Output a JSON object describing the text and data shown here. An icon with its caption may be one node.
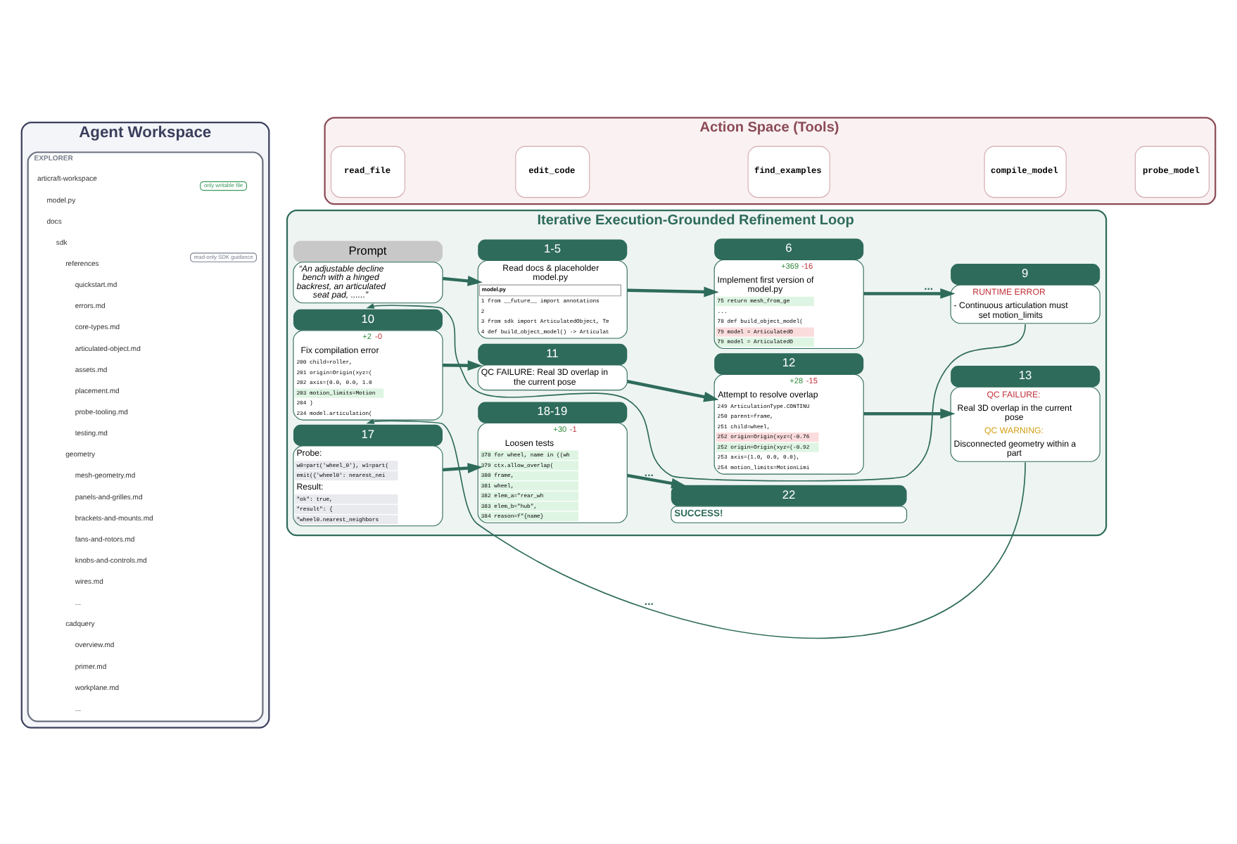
{
  "diagram": {
    "nodes": [
      {
        "text": [
          "Agent Workspace"
        ]
      },
      {
        "text": [
          "EXPLORER"
        ],
        "in": 0
      },
      {
        "text": [
          "only writable file"
        ],
        "in": 1
      },
      {
        "text": [
          "read-only SDK guidance"
        ],
        "in": 1
      },
      {
        "text": [
          "Action Space (Tools)"
        ]
      },
      {
        "text": [
          "read_file"
        ],
        "in": 4
      },
      {
        "text": [
          "edit_code"
        ],
        "in": 4
      },
      {
        "text": [
          "find_examples"
        ],
        "in": 4
      },
      {
        "text": [
          "compile_model"
        ],
        "in": 4
      },
      {
        "text": [
          "probe_model"
        ],
        "in": 4
      },
      {
        "text": [
          "Iterative Execution-Grounded Refinement Loop"
        ]
      },
      {
        "text": [
          "Prompt",
          "“An adjustable decline bench with a hinged backrest, an articulated seat pad, ......”"
        ],
        "in": 10
      },
      {
        "text": [
          "1-5",
          "Read docs & placeholder model.py",
          "model.py",
          "1 from __future__ import annotations",
          "2",
          "3 from sdk import ArticulatedObject, Te",
          "4 def build_object_model() -> Articulat"
        ],
        "in": 10
      },
      {
        "text": [
          "6",
          "+369",
          "-16",
          "Implement first version of model.py",
          "75 return mesh_from_ge",
          "...",
          "78 def build_object_model(",
          "79 model = ArticulatedO",
          "79 model = ArticulatedO"
        ],
        "in": 10
      },
      {
        "text": [
          "9",
          "RUNTIME ERROR",
          "- Continuous articulation must set motion_limits"
        ],
        "in": 10
      },
      {
        "text": [
          "10",
          "+2",
          "-0",
          "Fix compilation error",
          "200 child=roller,",
          "201 origin=Origin(xyz=(",
          "202 axis=(0.0, 0.0, 1.0",
          "203 motion_limits=Motion",
          "204 )",
          "234 model.articulation("
        ],
        "in": 10
      },
      {
        "text": [
          "11",
          "QC FAILURE: Real 3D overlap in the current pose"
        ],
        "in": 10
      },
      {
        "text": [
          "12",
          "+28",
          "-15",
          "Attempt to resolve overlap",
          "249 ArticulationType.CONTINU",
          "250 parent=frame,",
          "251 child=wheel,",
          "252 origin=Origin(xyz=(-0.76",
          "252 origin=Origin(xyz=(-0.92",
          "253 axis=(1.0, 0.0, 0.0),",
          "254 motion_limits=MotionLimi"
        ],
        "in": 10
      },
      {
        "text": [
          "13",
          "QC FAILURE:",
          "Real 3D overlap in the current pose",
          "QC WARNING:",
          "Disconnected geometry within a part"
        ],
        "in": 10
      },
      {
        "text": [
          "17",
          "Probe:",
          "w0=part('wheel_0'), w1=part(",
          "emit({'wheel0': nearest_nei",
          "Result:",
          "\"ok\": true,",
          "\"result\": {",
          "\"wheel0.nearest_neighbors"
        ],
        "in": 10
      },
      {
        "text": [
          "18-19",
          "+30",
          "-1",
          "Loosen tests",
          "378 for wheel, name in ((wh",
          "379 ctx.allow_overlap(",
          "380 frame,",
          "381 wheel,",
          "382 elem_a=\"rear_wh",
          "383 elem_b=\"hub\",",
          "384 reason=f\"{name}"
        ],
        "in": 10
      },
      {
        "text": [
          "22",
          "SUCCESS!"
        ],
        "in": 10
      }
    ],
    "edges": [
      {
        "from": 11,
        "to": 12,
        "arrow": "to"
      },
      {
        "from": 12,
        "to": 13,
        "arrow": "to"
      },
      {
        "from": 13,
        "to": 14,
        "arrow": "to",
        "label": "..."
      },
      {
        "from": 14,
        "to": 15,
        "arrow": "to"
      },
      {
        "from": 15,
        "to": 16,
        "arrow": "to"
      },
      {
        "from": 16,
        "to": 17,
        "arrow": "to"
      },
      {
        "from": 17,
        "to": 18,
        "arrow": "to"
      },
      {
        "from": 18,
        "to": 19,
        "arrow": "to",
        "label": "..."
      },
      {
        "from": 19,
        "to": 20,
        "arrow": "to"
      },
      {
        "from": 20,
        "to": 21,
        "arrow": "to",
        "label": "..."
      }
    ],
    "labels": [
      "articraft-workspace",
      "model.py",
      "docs",
      "sdk",
      "references",
      "quickstart.md",
      "errors.md",
      "core-types.md",
      "articulated-object.md",
      "assets.md",
      "placement.md",
      "probe-tooling.md",
      "testing.md",
      "geometry",
      "mesh-geometry.md",
      "panels-and-grilles.md",
      "brackets-and-mounts.md",
      "fans-and-rotors.md",
      "knobs-and-controls.md",
      "wires.md",
      "...",
      "cadquery",
      "overview.md",
      "primer.md",
      "workplane.md",
      "..."
    ]
  }
}
